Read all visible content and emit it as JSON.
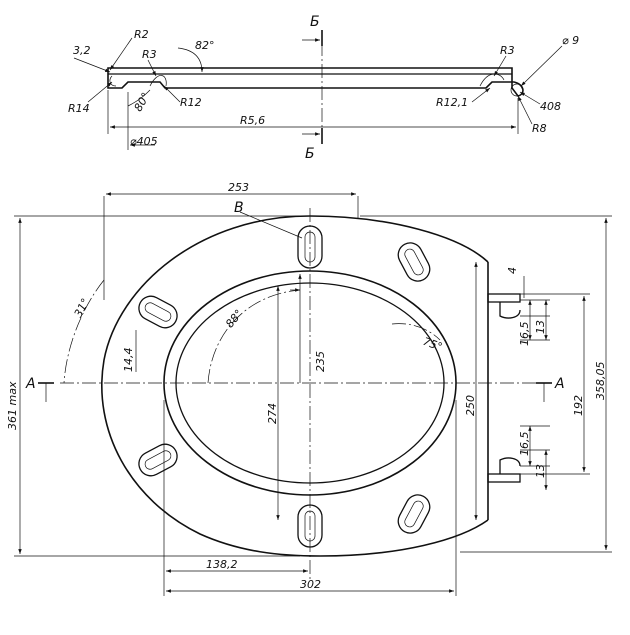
{
  "section_marks": {
    "b_top": "Б",
    "b_bottom": "Б",
    "a_left": "A",
    "a_right": "A",
    "v_label": "В"
  },
  "profile_dims": {
    "d1": "3,2",
    "d2": "R2",
    "d3": "R3",
    "d4": "82°",
    "d5": "R3",
    "d6": "⌀ 9",
    "d7": "R14",
    "d8": "80°",
    "d9": "R12",
    "d10": "R12,1",
    "d11": "R5,6",
    "d12": "408",
    "d13": "R8",
    "d14": "⌀405"
  },
  "plan_dims": {
    "width_253": "253",
    "angle_31": "31°",
    "side_361": "361 max",
    "slot_14_4": "14,4",
    "angle_88": "88°",
    "height_235": "235",
    "angle_75": "75°",
    "height_274": "274",
    "height_250": "250",
    "hinge_4": "4",
    "hinge_16_5_top": "16,5",
    "hinge_13_top": "13",
    "hinge_192": "192",
    "height_358_05": "358,05",
    "hinge_16_5_bottom": "16,5",
    "hinge_13_bottom": "13",
    "width_138_2": "138,2",
    "width_302": "302"
  }
}
